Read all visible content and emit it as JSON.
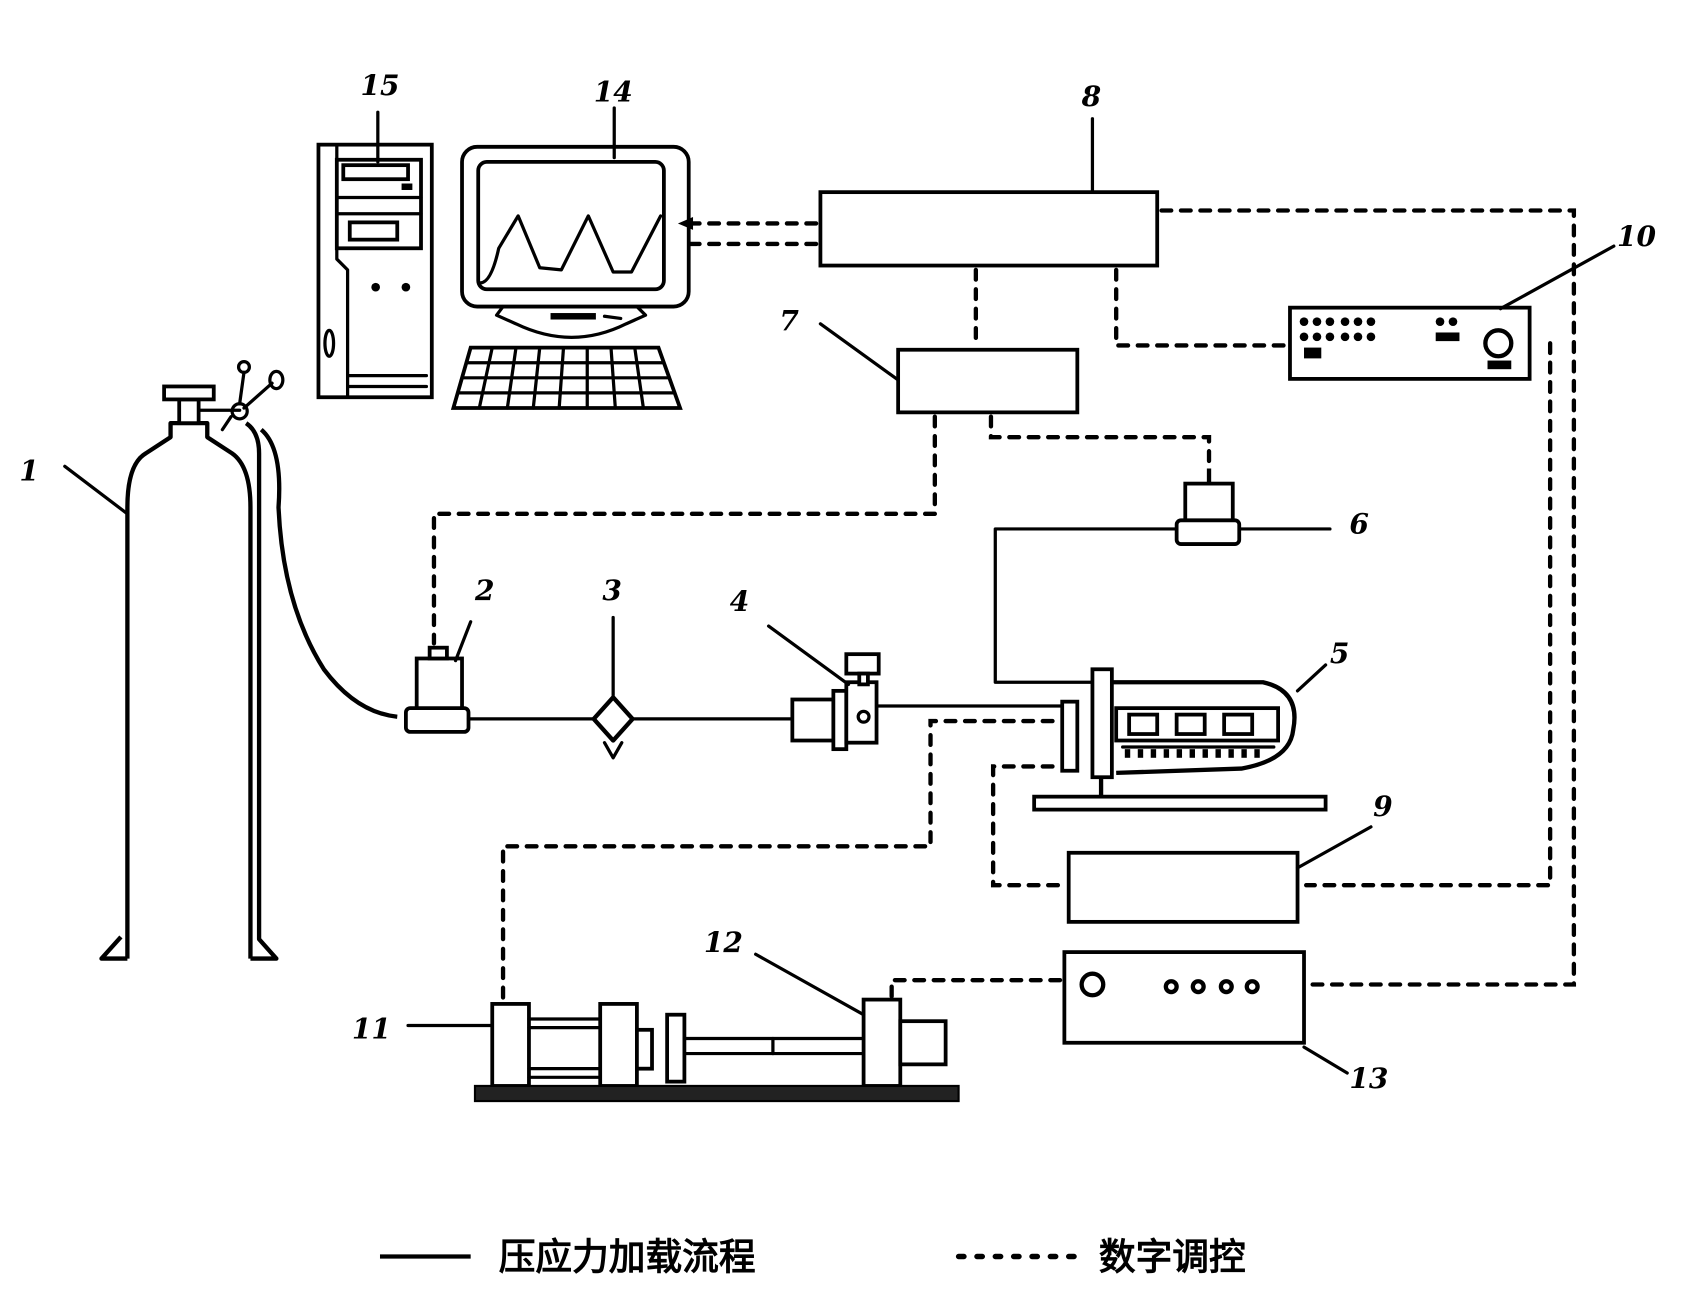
{
  "diagram": {
    "type": "apparatus schematic",
    "components": [
      {
        "id": "1",
        "label": "1",
        "kind": "gas-cylinder"
      },
      {
        "id": "2",
        "label": "2",
        "kind": "solenoid-valve"
      },
      {
        "id": "3",
        "label": "3",
        "kind": "inline-filter"
      },
      {
        "id": "4",
        "label": "4",
        "kind": "pressure-regulator"
      },
      {
        "id": "5",
        "label": "5",
        "kind": "pressure-chamber"
      },
      {
        "id": "6",
        "label": "6",
        "kind": "exhaust-valve"
      },
      {
        "id": "7",
        "label": "7",
        "kind": "controller-box"
      },
      {
        "id": "8",
        "label": "8",
        "kind": "data-acquisition-box"
      },
      {
        "id": "9",
        "label": "9",
        "kind": "instrument-box"
      },
      {
        "id": "10",
        "label": "10",
        "kind": "control-panel"
      },
      {
        "id": "11",
        "label": "11",
        "kind": "linear-actuator"
      },
      {
        "id": "12",
        "label": "12",
        "kind": "load-sensor"
      },
      {
        "id": "13",
        "label": "13",
        "kind": "signal-unit"
      },
      {
        "id": "14",
        "label": "14",
        "kind": "monitor-with-keyboard"
      },
      {
        "id": "15",
        "label": "15",
        "kind": "computer-tower"
      }
    ]
  },
  "legend": {
    "solid_label": "压应力加载流程",
    "dashed_label": "数字调控"
  }
}
